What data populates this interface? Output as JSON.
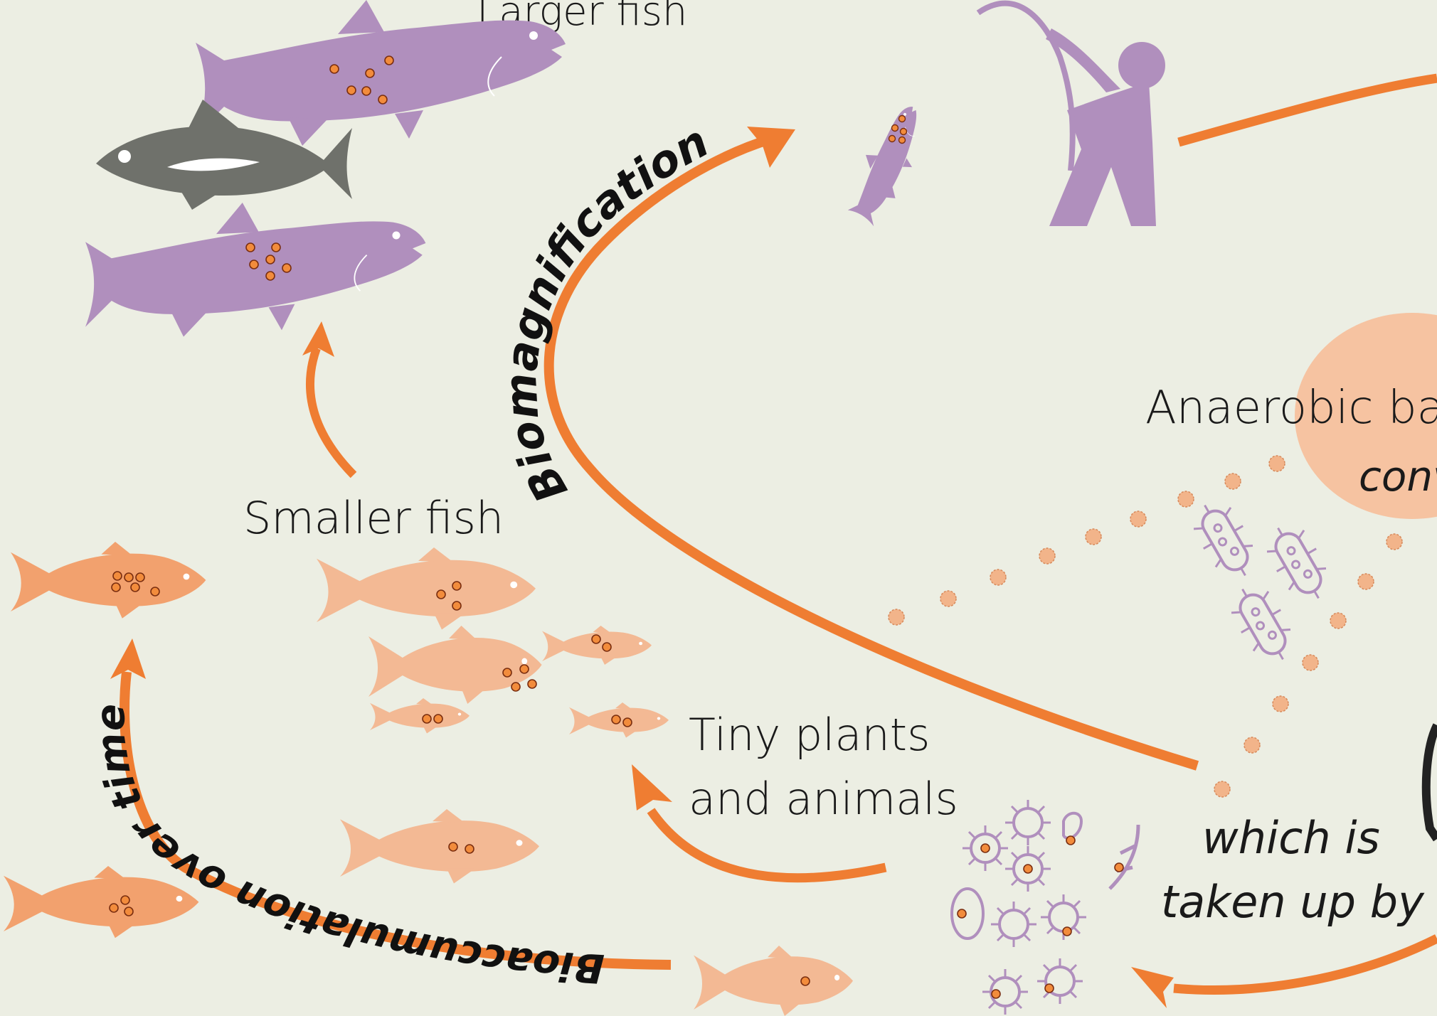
{
  "labels": {
    "larger_fish": "Larger fish",
    "smaller_fish": "Smaller fish",
    "tiny_line1": "Tiny plants",
    "tiny_line2": "and animals",
    "anaerobic": "Anaerobic bact",
    "convert": "conv",
    "which_line1": "which is",
    "which_line2": "taken up by"
  },
  "arrows": {
    "biomagnification": "Biomagnification",
    "bioaccumulation": "Bioaccumulation over time"
  },
  "colors": {
    "background": "#eceee3",
    "arrow_orange": "#ef7d32",
    "purple": "#b08fbd",
    "gray_fish": "#6f716b",
    "orange_fish": "#f2a16e",
    "light_orange_fish": "#f3b994",
    "dot_fill": "#f28c3c",
    "bubble": "#f6c3a1",
    "text": "#1a1a1a"
  },
  "icons": {
    "fisherman": "fisherman-icon",
    "bacteria": "bacteria-icon",
    "plankton": "plankton-icon",
    "mercury_dot": "mercury-particle-icon"
  }
}
